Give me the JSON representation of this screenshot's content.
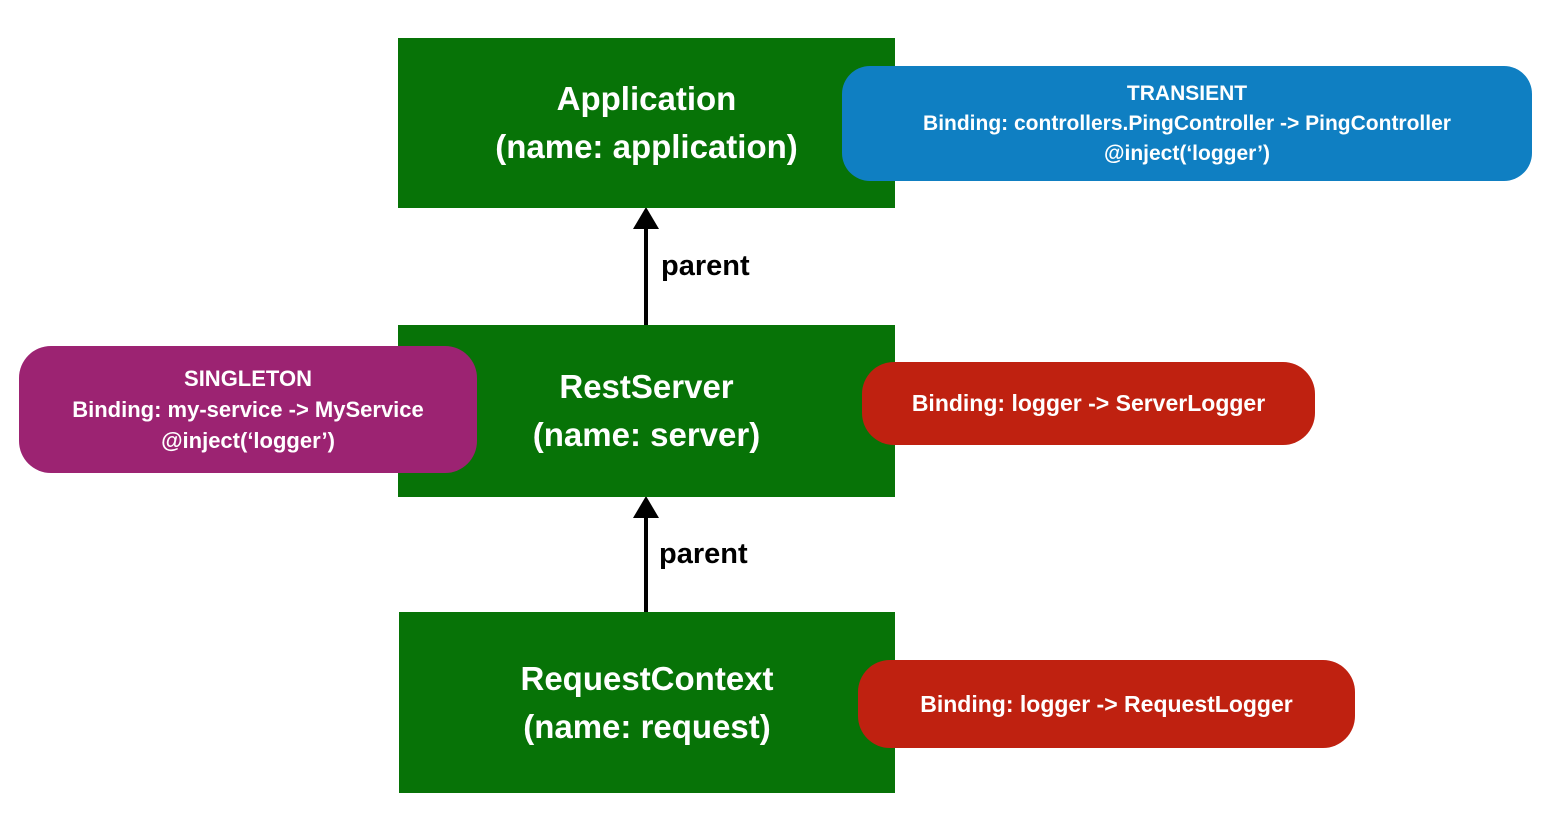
{
  "colors": {
    "background": "#ffffff",
    "context_box": "#077307",
    "transient_callout": "#0f7fc2",
    "singleton_callout": "#9c2372",
    "binding_callout": "#bf2110",
    "arrow": "#000000",
    "box_text": "#ffffff"
  },
  "nodes": {
    "application": {
      "title": "Application",
      "subtitle": "(name: application)"
    },
    "server": {
      "title": "RestServer",
      "subtitle": "(name: server)"
    },
    "request": {
      "title": "RequestContext",
      "subtitle": "(name: request)"
    }
  },
  "callouts": {
    "transient": {
      "line1": "TRANSIENT",
      "line2": "Binding: controllers.PingController -> PingController",
      "line3": "@inject(‘logger’)"
    },
    "singleton": {
      "line1": "SINGLETON",
      "line2": "Binding: my-service -> MyService",
      "line3": "@inject(‘logger’)"
    },
    "server_binding": {
      "line1": "Binding: logger -> ServerLogger"
    },
    "request_binding": {
      "line1": "Binding: logger -> RequestLogger"
    }
  },
  "edges": {
    "server_to_application": {
      "label": "parent"
    },
    "request_to_server": {
      "label": "parent"
    }
  }
}
